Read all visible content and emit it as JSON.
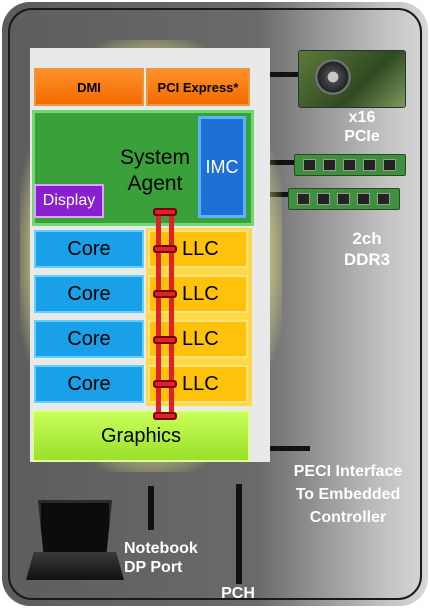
{
  "chip": {
    "dmi": "DMI",
    "pci_express": "PCI Express*",
    "system_agent": [
      "System",
      "Agent"
    ],
    "imc": "IMC",
    "display": "Display",
    "cores": [
      "Core",
      "Core",
      "Core",
      "Core"
    ],
    "llc": [
      "LLC",
      "LLC",
      "LLC",
      "LLC"
    ],
    "graphics": "Graphics"
  },
  "external": {
    "pcie": [
      "x16",
      "PCIe"
    ],
    "ddr3": [
      "2ch",
      "DDR3"
    ],
    "peci": [
      "PECI Interface",
      "To Embedded",
      "Controller"
    ],
    "notebook": [
      "Notebook",
      "DP Port"
    ],
    "pch": "PCH"
  },
  "colors": {
    "frame": "#666666",
    "uncore_orange": "#f26b00",
    "system_agent_green": "#3aa03a",
    "imc_blue": "#1e6fd6",
    "display_purple": "#8a1fd0",
    "core_blue": "#1aa0e8",
    "llc_yellow": "#ffc20a",
    "graphics_green": "#9be02a",
    "ring_red": "#e0202a"
  }
}
